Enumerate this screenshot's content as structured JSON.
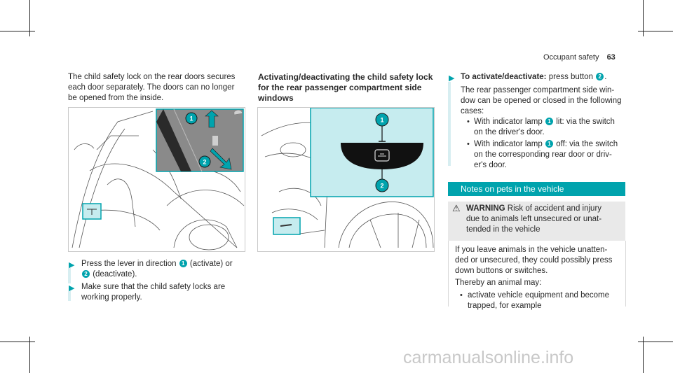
{
  "header": {
    "section": "Occupant safety",
    "page": "63"
  },
  "col1": {
    "intro": [
      "The child safety lock on the rear doors secures",
      "each door separately. The doors can no longer",
      "be opened from the inside."
    ],
    "step1": {
      "pre": "Press the lever in direction",
      "n1": "1",
      "mid": "(activate) or",
      "n2": "2",
      "post": "(deactivate)."
    },
    "step2": [
      "Make sure that the child safety locks are",
      "working properly."
    ],
    "callouts": [
      "1",
      "2"
    ]
  },
  "col2": {
    "heading": [
      "Activating/deactivating the child safety lock",
      "for the rear passenger compartment side",
      "windows"
    ],
    "callouts": [
      "1",
      "2"
    ]
  },
  "col3": {
    "step_bold": "To activate/deactivate:",
    "step_rest": "press button",
    "step_num": "2",
    "para": [
      "The rear passenger compartment side win-",
      "dow can be opened or closed in the following",
      "cases:"
    ],
    "b1": {
      "pre": "With indicator lamp",
      "n": "1",
      "post": "lit: via the switch",
      "l2": "on the driver's door."
    },
    "b2": {
      "pre": "With indicator lamp",
      "n": "1",
      "post": "off: via the switch",
      "l2": "on the corresponding rear door or driv-",
      "l3": "er's door."
    },
    "section": "Notes on pets in the vehicle",
    "warning": {
      "title": "WARNING",
      "t1": "Risk of accident and injury",
      "t2": "due to animals left unsecured or unat-",
      "t3": "tended in the vehicle"
    },
    "wp": [
      "If you leave animals in the vehicle unatten-",
      "ded or unsecured, they could possibly press",
      "down buttons or switches."
    ],
    "thereby": "Thereby an animal may:",
    "b3": [
      "activate vehicle equipment and become",
      "trapped, for example"
    ]
  },
  "watermark": "carmanualsonline.info",
  "colors": {
    "accent": "#00a3ad",
    "callout_bg": "#c6ecef"
  }
}
